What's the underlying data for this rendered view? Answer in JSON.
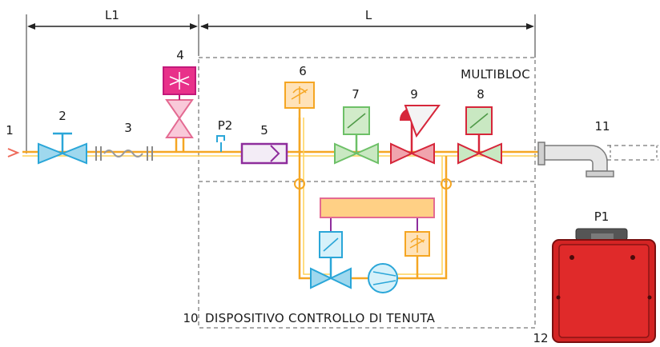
{
  "dimensions": {
    "l1": "L1",
    "l": "L"
  },
  "labels": {
    "n1": "1",
    "n2": "2",
    "n3": "3",
    "n4": "4",
    "n5": "5",
    "n6": "6",
    "n7": "7",
    "n8": "8",
    "n9": "9",
    "n10": "10",
    "n11": "11",
    "n12": "12",
    "p1": "P1",
    "p2": "P2"
  },
  "sections": {
    "multibloc": "MULTIBLOC",
    "tightness": "DISPOSITIVO CONTROLLO DI TENUTA"
  },
  "colors": {
    "pipe": "#f5a623",
    "pipe_inner": "#ffd257",
    "valve_blue": "#2aa6d8",
    "valve_green": "#6dc067",
    "valve_red": "#d6263a",
    "filter_purple": "#8e2d9c",
    "switch_fill": "#ffe2b8",
    "burner_red": "#d42424"
  }
}
